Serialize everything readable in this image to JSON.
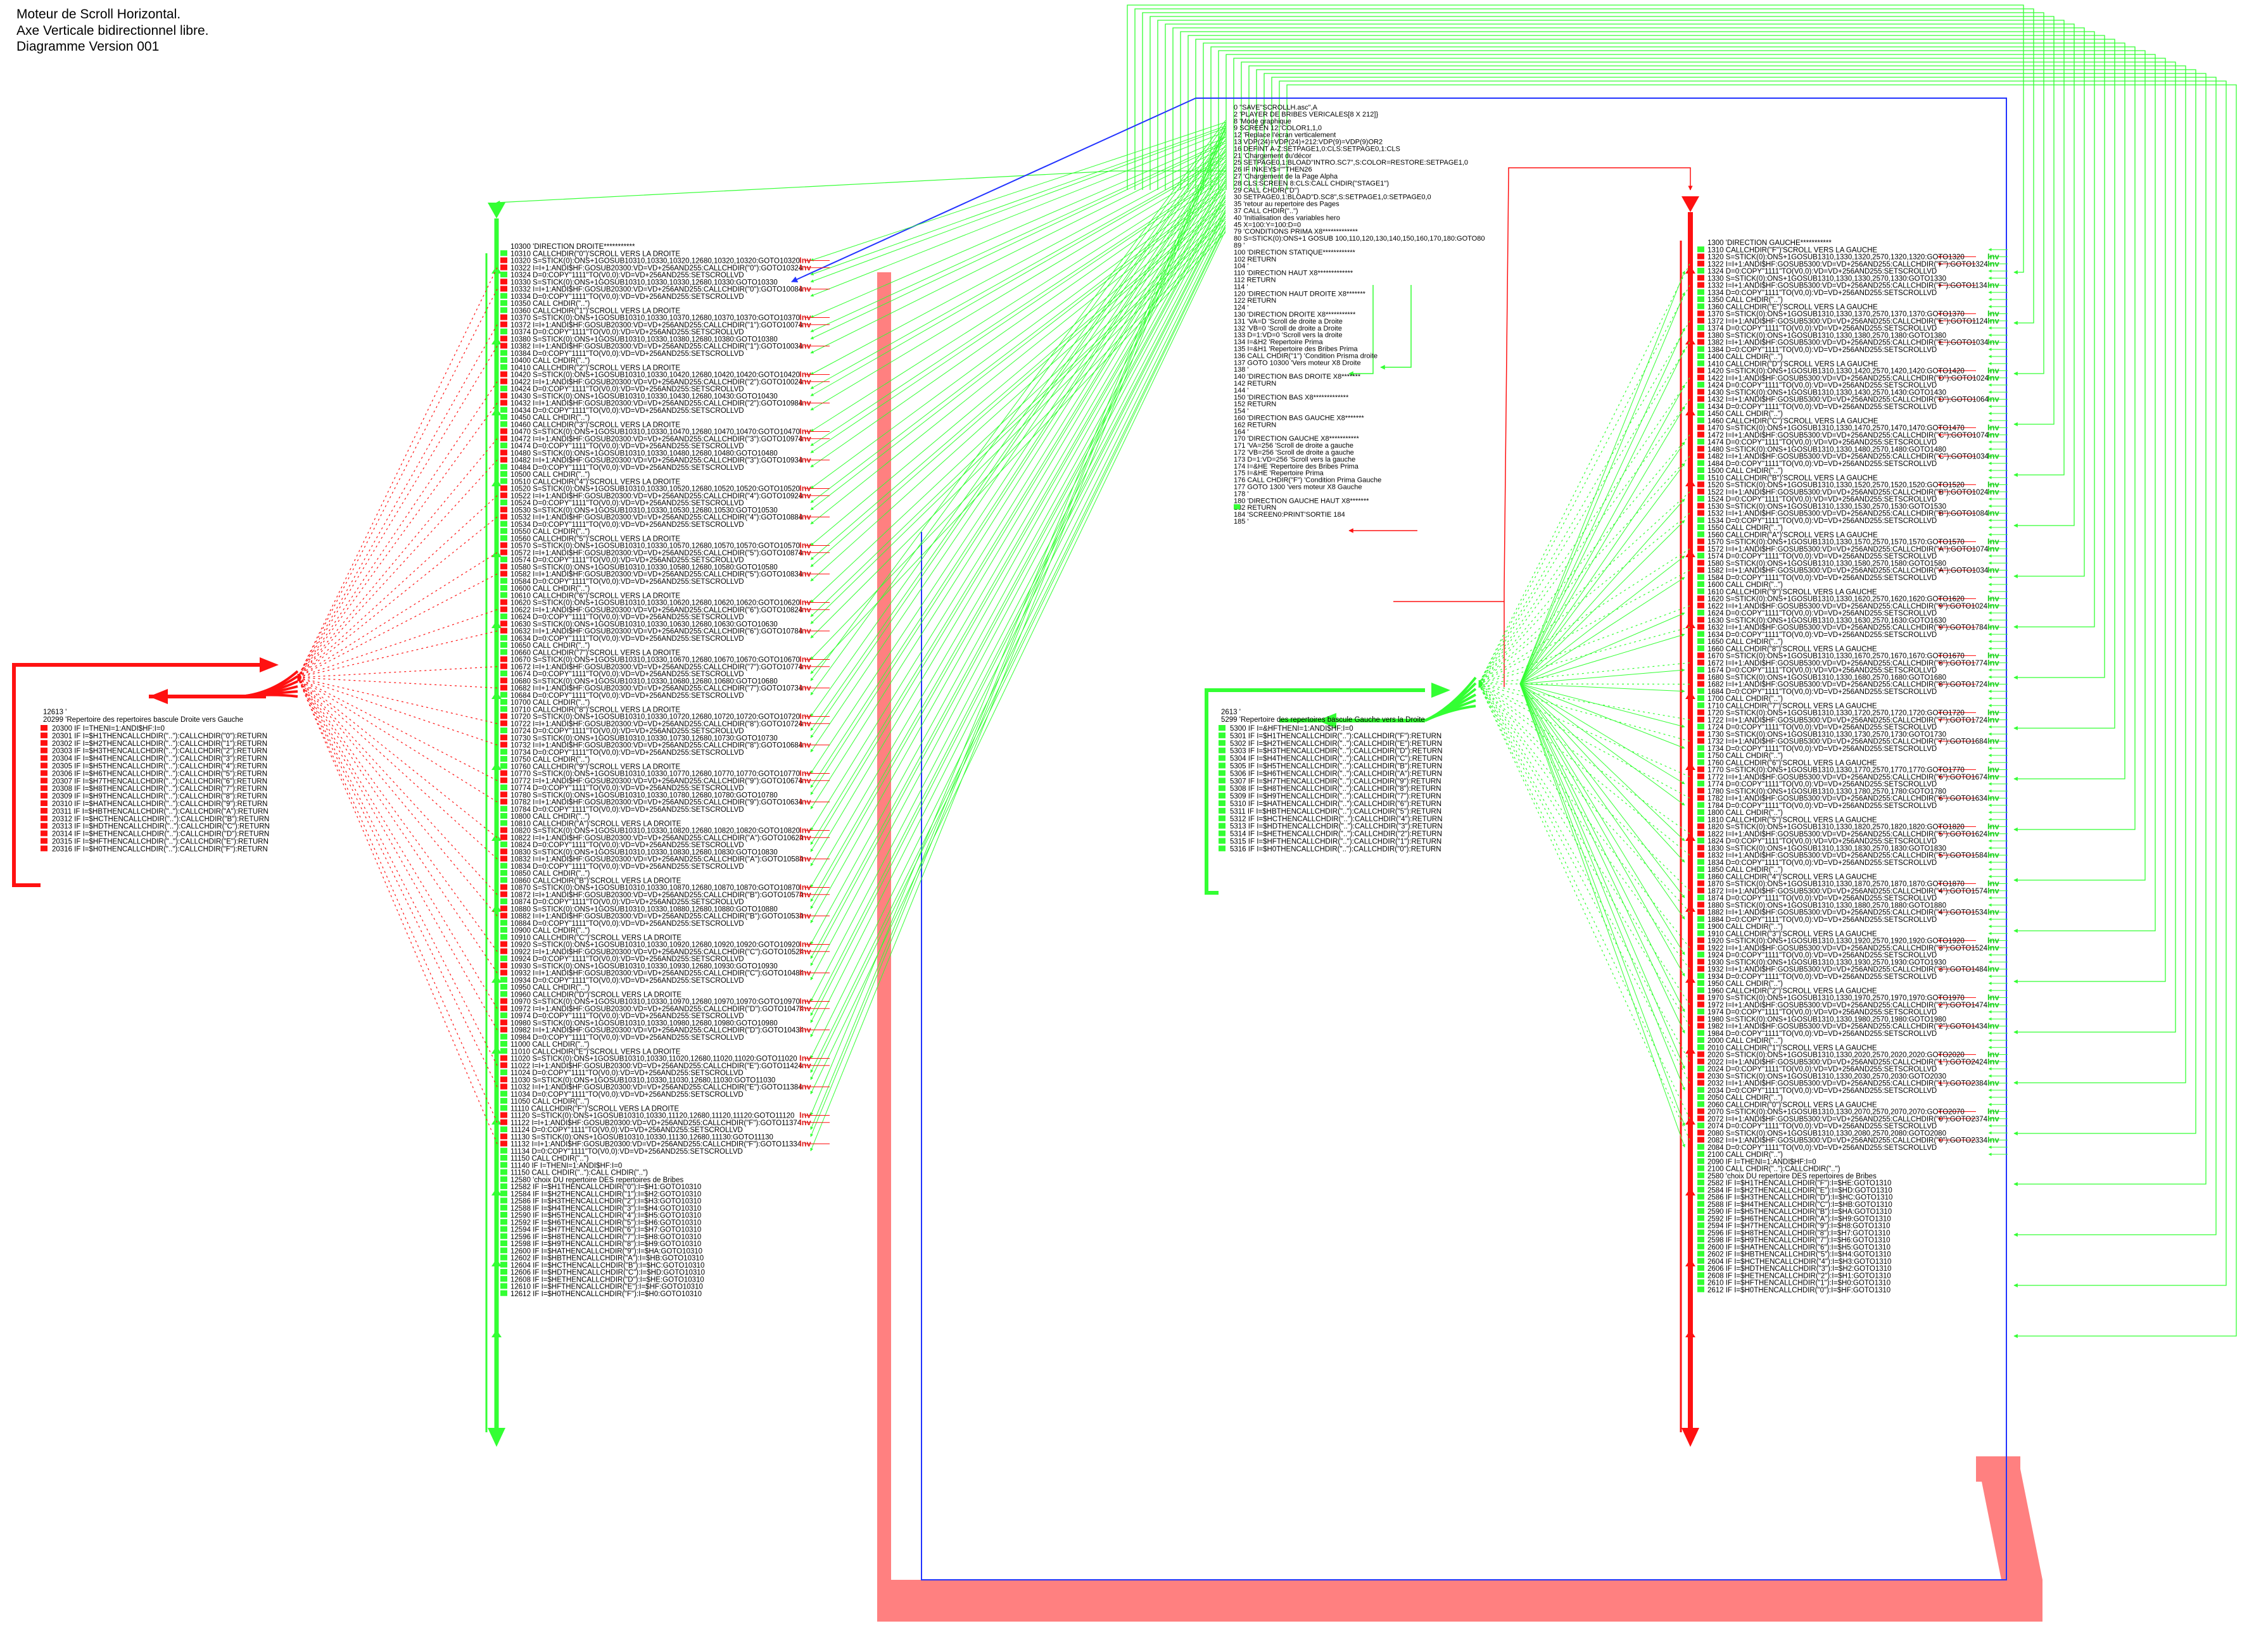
{
  "title": {
    "lines": [
      "Moteur de Scroll Horizontal.",
      "Axe Verticale bidirectionnel libre.",
      "Diagramme Version 001"
    ]
  },
  "colors": {
    "green": "#33ff33",
    "red": "#ff1111",
    "blue": "#2233ff",
    "salmon": "#ff8080",
    "dark_red": "#cc0000"
  },
  "inv_label": "Inv",
  "main_listing": [
    "0        \"SAVE\"SCROLLH.asc\",A",
    "2 'PLAYER DE BRIBES VERICALES[8 X 212]}",
    "8 'Mode graphique",
    "9 SCREEN 12:'COLOR1,1,0",
    "12 'Replace l'écran verticalement",
    "13 VDP(24)=VDP(24)+212:VDP(9)=VDP(9)OR2",
    "16 DEFINT A-Z:SETPAGE1,0:CLS:SETPAGE0,1:CLS",
    "21 'Chargement du'décor",
    "25 SETPAGE0,1:BLOAD\"INTRO.SC7\",S:COLOR=RESTORE:SETPAGE1,0",
    "26 IF INKEY$=\"\"THEN26",
    "27 'Chargement de la Page Alpha",
    "28 CLS:SCREEN 8:CLS:CALL CHDIR(\"STAGE1\")",
    "29 CALL CHDIR(\"D\")",
    "30 SETPAGE0,1:BLOAD\"D.SC8\",S:SETPAGE1,0:SETPAGE0,0",
    "35 'retour au repertoire des Pages",
    "37 CALL CHDIR(\"..\")",
    "40 'Initialisation des variables hero",
    "45 X=100:Y=100:D=0",
    "79 'CONDITIONS PRIMA X8*************",
    "80 S=STICK(0):ONS+1 GOSUB 100,110,120,130,140,150,160,170,180:GOTO80",
    "89 '",
    "100 'DIRECTION STATIQUE************",
    "102 RETURN",
    "104 '",
    "110 'DIRECTION HAUT X8*************",
    "112 RETURN",
    "114 '",
    "120 'DIRECTION HAUT DROITE X8*******",
    "122 RETURN",
    "124 '",
    "130 'DIRECTION DROITE X8***********",
    "131 'VA=D 'Scroll de droite a Droite",
    "132 'VB=0 'Scroll de droite a Droite",
    "133 D=1:VD=0 'Scroll vers la droite",
    "134 I=&H2 'Repertoire Prima",
    "135 I=&H1 'Repertoire des Bribes Prima",
    "136 CALL CHDIR(\"1\") 'Condition Prisma droite",
    "137 GOTO 10300 'Vers moteur X8 Droite",
    "138 '",
    "140 'DIRECTION BAS DROITE X8*******",
    "142 RETURN",
    "144 '",
    "150 'DIRECTION BAS X8*************",
    "152 RETURN",
    "154 '",
    "160 'DIRECTION BAS GAUCHE X8*******",
    "162 RETURN",
    "164 '",
    "170 'DIRECTION GAUCHE X8***********",
    "171 'VA=256 'Scroll de droite a gauche",
    "172 'VB=256 'Scroll de droite a gauche",
    "173 D=1:VD=256 'Scroll vers la gauche",
    "174 I=&HE 'Repertoire des Bribes Prima",
    "175 I=&HE 'Repertoire Prima",
    "176 CALL CHDIR(\"F\") 'Condition Prima Gauche",
    "177 GOTO 1300 'vers moteur X8 Gauche",
    "178 '",
    "180 'DIRECTION GAUCHE HAUT X8*******",
    "182 RETURN",
    "184 'SCREEN0:PRINT'SORTIE 184",
    "185 '"
  ],
  "left_block": {
    "header": "12613 '",
    "subheader": "20299 'Repertoire des repertoires bascule Droite vers Gauche",
    "lines": [
      "20300 IF I=THENI=1:ANDI$HF:I=0",
      "20301 IF I=$H1THENCALLCHDIR(\"..\"):CALLCHDIR(\"0\"):RETURN",
      "20302 IF I=$H2THENCALLCHDIR(\"..\"):CALLCHDIR(\"1\"):RETURN",
      "20303 IF I=$H3THENCALLCHDIR(\"..\"):CALLCHDIR(\"2\"):RETURN",
      "20304 IF I=$H4THENCALLCHDIR(\"..\"):CALLCHDIR(\"3\"):RETURN",
      "20305 IF I=$H5THENCALLCHDIR(\"..\"):CALLCHDIR(\"4\"):RETURN",
      "20306 IF I=$H6THENCALLCHDIR(\"..\"):CALLCHDIR(\"5\"):RETURN",
      "20307 IF I=$H7THENCALLCHDIR(\"..\"):CALLCHDIR(\"6\"):RETURN",
      "20308 IF I=$H8THENCALLCHDIR(\"..\"):CALLCHDIR(\"7\"):RETURN",
      "20309 IF I=$H9THENCALLCHDIR(\"..\"):CALLCHDIR(\"8\"):RETURN",
      "20310 IF I=$HATHENCALLCHDIR(\"..\"):CALLCHDIR(\"9\"):RETURN",
      "20311 IF I=$HBTHENCALLCHDIR(\"..\"):CALLCHDIR(\"A\"):RETURN",
      "20312 IF I=$HCTHENCALLCHDIR(\"..\"):CALLCHDIR(\"B\"):RETURN",
      "20313 IF I=$HDTHENCALLCHDIR(\"..\"):CALLCHDIR(\"C\"):RETURN",
      "20314 IF I=$HETHENCALLCHDIR(\"..\"):CALLCHDIR(\"D\"):RETURN",
      "20315 IF I=$HFTHENCALLCHDIR(\"..\"):CALLCHDIR(\"E\"):RETURN",
      "20316 IF I=$H0THENCALLCHDIR(\"..\"):CALLCHDIR(\"F\"):RETURN"
    ]
  },
  "mid_block": {
    "header": "2613 '",
    "subheader": "5299 'Repertoire des repertoires bascule Gauche vers la Droite",
    "lines": [
      "5300 IF I=&HFTHENI=1:ANDI$HF:I=0",
      "5301 IF I=$H1THENCALLCHDIR(\"..\"):CALLCHDIR(\"F\"):RETURN",
      "5302 IF I=$H2THENCALLCHDIR(\"..\"):CALLCHDIR(\"E\"):RETURN",
      "5303 IF I=$H3THENCALLCHDIR(\"..\"):CALLCHDIR(\"D\"):RETURN",
      "5304 IF I=$H4THENCALLCHDIR(\"..\"):CALLCHDIR(\"C\"):RETURN",
      "5305 IF I=$H5THENCALLCHDIR(\"..\"):CALLCHDIR(\"B\"):RETURN",
      "5306 IF I=$H6THENCALLCHDIR(\"..\"):CALLCHDIR(\"A\"):RETURN",
      "5307 IF I=$H7THENCALLCHDIR(\"..\"):CALLCHDIR(\"9\"):RETURN",
      "5308 IF I=$H8THENCALLCHDIR(\"..\"):CALLCHDIR(\"8\"):RETURN",
      "5309 IF I=$H9THENCALLCHDIR(\"..\"):CALLCHDIR(\"7\"):RETURN",
      "5310 IF I=$HATHENCALLCHDIR(\"..\"):CALLCHDIR(\"6\"):RETURN",
      "5311 IF I=$HBTHENCALLCHDIR(\"..\"):CALLCHDIR(\"5\"):RETURN",
      "5312 IF I=$HCTHENCALLCHDIR(\"..\"):CALLCHDIR(\"4\"):RETURN",
      "5313 IF I=$HDTHENCALLCHDIR(\"..\"):CALLCHDIR(\"3\"):RETURN",
      "5314 IF I=$HETHENCALLCHDIR(\"..\"):CALLCHDIR(\"2\"):RETURN",
      "5315 IF I=$HFTHENCALLCHDIR(\"..\"):CALLCHDIR(\"1\"):RETURN",
      "5316 IF I=$H0THENCALLCHDIR(\"..\"):CALLCHDIR(\"0\"):RETURN"
    ]
  },
  "right_column": {
    "header": "10300 'DIRECTION DROITE***********",
    "scroll_label": "'SCROLL VERS LA DROITE",
    "chdir_order": [
      "0",
      "1",
      "2",
      "3",
      "4",
      "5",
      "6",
      "7",
      "8",
      "9",
      "A",
      "B",
      "C",
      "D",
      "E",
      "F"
    ],
    "groups": [
      {
        "start": 10310,
        "target": 10320,
        "g1": 10324,
        "g2": 10084
      },
      {
        "start": 10360,
        "target": 10370,
        "g1": 10074,
        "g2": 10034
      },
      {
        "start": 10410,
        "target": 10420,
        "g1": 10024,
        "g2": 10984
      },
      {
        "start": 10460,
        "target": 10470,
        "g1": 10974,
        "g2": 10934
      },
      {
        "start": 10510,
        "target": 10520,
        "g1": 10924,
        "g2": 10884
      },
      {
        "start": 10560,
        "target": 10570,
        "g1": 10874,
        "g2": 10834
      },
      {
        "start": 10610,
        "target": 10620,
        "g1": 10824,
        "g2": 10784
      },
      {
        "start": 10660,
        "target": 10670,
        "g1": 10774,
        "g2": 10734
      },
      {
        "start": 10710,
        "target": 10720,
        "g1": 10724,
        "g2": 10684
      },
      {
        "start": 10760,
        "target": 10770,
        "g1": 10674,
        "g2": 10634
      },
      {
        "start": 10810,
        "target": 10820,
        "g1": 10624,
        "g2": 10584
      },
      {
        "start": 10860,
        "target": 10870,
        "g1": 10574,
        "g2": 10534
      },
      {
        "start": 10910,
        "target": 10920,
        "g1": 10524,
        "g2": 10484
      },
      {
        "start": 10960,
        "target": 10970,
        "g1": 10474,
        "g2": 10434
      },
      {
        "start": 11010,
        "target": 11020,
        "g1": 11424,
        "g2": 11384
      },
      {
        "start": 11110,
        "target": 11120,
        "g1": 11374,
        "g2": 11334
      }
    ],
    "footer_header": "12580 'choix DU repertoire DES repertoires de Bribes",
    "footer_lines": [
      "11140 IF I=THENI=1:ANDI$HF:I=0",
      "11150 CALL CHDIR(\"..\"):CALL CHDIR(\"..\")",
      "12582 IF I=$H1THENCALLCHDIR(\"0\"):I=$H1:GOTO10310",
      "12584 IF I=$H2THENCALLCHDIR(\"1\"):I=$H2:GOTO10310",
      "12586 IF I=$H3THENCALLCHDIR(\"2\"):I=$H3:GOTO10310",
      "12588 IF I=$H4THENCALLCHDIR(\"3\"):I=$H4:GOTO10310",
      "12590 IF I=$H5THENCALLCHDIR(\"4\"):I=$H5:GOTO10310",
      "12592 IF I=$H6THENCALLCHDIR(\"5\"):I=$H6:GOTO10310",
      "12594 IF I=$H7THENCALLCHDIR(\"6\"):I=$H7:GOTO10310",
      "12596 IF I=$H8THENCALLCHDIR(\"7\"):I=$H8:GOTO10310",
      "12598 IF I=$H9THENCALLCHDIR(\"8\"):I=$H9:GOTO10310",
      "12600 IF I=$HATHENCALLCHDIR(\"9\"):I=$HA:GOTO10310",
      "12602 IF I=$HBTHENCALLCHDIR(\"A\"):I=$HB:GOTO10310",
      "12604 IF I=$HCTHENCALLCHDIR(\"B\"):I=$HC:GOTO10310",
      "12606 IF I=$HDTHENCALLCHDIR(\"C\"):I=$HD:GOTO10310",
      "12608 IF I=$HETHENCALLCHDIR(\"D\"):I=$HE:GOTO10310",
      "12610 IF I=$HFTHENCALLCHDIR(\"E\"):I=$HF:GOTO10310",
      "12612 IF I=$H0THENCALLCHDIR(\"F\"):I=$H0:GOTO10310"
    ]
  },
  "left_column": {
    "header": "1300 'DIRECTION GAUCHE***********",
    "scroll_label": "'SCROLL VERS LA GAUCHE",
    "chdir_order": [
      "F",
      "E",
      "D",
      "C",
      "B",
      "A",
      "9",
      "8",
      "7",
      "6",
      "5",
      "4",
      "3",
      "2",
      "1",
      "0"
    ],
    "groups": [
      {
        "start": 1310,
        "target": 1320,
        "g1": 1324,
        "g2": 1134
      },
      {
        "start": 1360,
        "target": 1370,
        "g1": 1124,
        "g2": 1034
      },
      {
        "start": 1410,
        "target": 1420,
        "g1": 1024,
        "g2": 1064
      },
      {
        "start": 1460,
        "target": 1470,
        "g1": 1074,
        "g2": 1034
      },
      {
        "start": 1510,
        "target": 1520,
        "g1": 1024,
        "g2": 1084
      },
      {
        "start": 1560,
        "target": 1570,
        "g1": 1074,
        "g2": 1034
      },
      {
        "start": 1610,
        "target": 1620,
        "g1": 1024,
        "g2": 1784
      },
      {
        "start": 1660,
        "target": 1670,
        "g1": 1774,
        "g2": 1724
      },
      {
        "start": 1710,
        "target": 1720,
        "g1": 1724,
        "g2": 1684
      },
      {
        "start": 1760,
        "target": 1770,
        "g1": 1674,
        "g2": 1634
      },
      {
        "start": 1810,
        "target": 1820,
        "g1": 1624,
        "g2": 1584
      },
      {
        "start": 1860,
        "target": 1870,
        "g1": 1574,
        "g2": 1534
      },
      {
        "start": 1910,
        "target": 1920,
        "g1": 1524,
        "g2": 1484
      },
      {
        "start": 1960,
        "target": 1970,
        "g1": 1474,
        "g2": 1434
      },
      {
        "start": 2010,
        "target": 2020,
        "g1": 2424,
        "g2": 2384
      },
      {
        "start": 2060,
        "target": 2070,
        "g1": 2374,
        "g2": 2334
      }
    ],
    "footer_header": "2580 'choix DU repertoire DES repertoires de Bribes",
    "footer_lines": [
      "2090 IF I=THENI=1:ANDI$HF:I=0",
      "2100 CALL CHDIR(\"..\"):CALLCHDIR(\"..\")",
      "2582 IF I=$H1THENCALLCHDIR(\"F\"):I=$HE:GOTO1310",
      "2584 IF I=$H2THENCALLCHDIR(\"E\"):I=$HD:GOTO1310",
      "2586 IF I=$H3THENCALLCHDIR(\"D\"):I=$HC:GOTO1310",
      "2588 IF I=$H4THENCALLCHDIR(\"C\"):I=$HB:GOTO1310",
      "2590 IF I=$H5THENCALLCHDIR(\"B\"):I=$HA:GOTO1310",
      "2592 IF I=$H6THENCALLCHDIR(\"A\"):I=$H9:GOTO1310",
      "2594 IF I=$H7THENCALLCHDIR(\"9\"):I=$H8:GOTO1310",
      "2596 IF I=$H8THENCALLCHDIR(\"8\"):I=$H7:GOTO1310",
      "2598 IF I=$H9THENCALLCHDIR(\"7\"):I=$H6:GOTO1310",
      "2600 IF I=$HATHENCALLCHDIR(\"6\"):I=$H5:GOTO1310",
      "2602 IF I=$HBTHENCALLCHDIR(\"5\"):I=$H4:GOTO1310",
      "2604 IF I=$HCTHENCALLCHDIR(\"4\"):I=$H3:GOTO1310",
      "2606 IF I=$HDTHENCALLCHDIR(\"3\"):I=$H2:GOTO1310",
      "2608 IF I=$HETHENCALLCHDIR(\"2\"):I=$H1:GOTO1310",
      "2610 IF I=$HFTHENCALLCHDIR(\"1\"):I=$H0:GOTO1310",
      "2612 IF I=$H0THENCALLCHDIR(\"0\"):I=$HF:GOTO1310"
    ]
  }
}
